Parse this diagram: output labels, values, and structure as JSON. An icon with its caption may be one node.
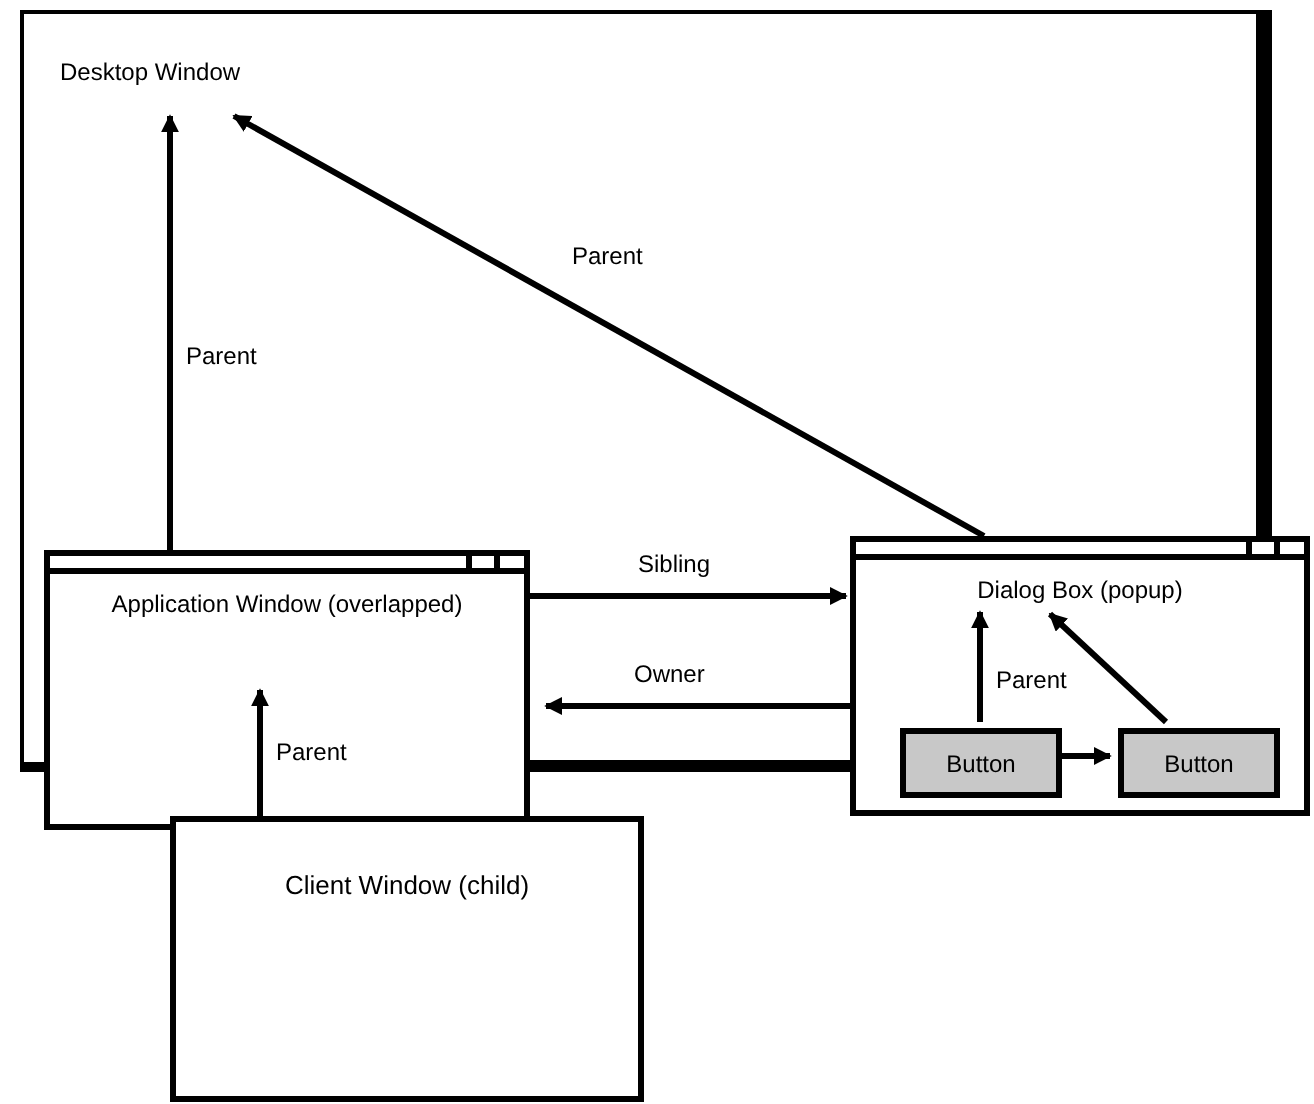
{
  "diagram": {
    "nodes": [
      {
        "text": [
          "Desktop Window"
        ]
      },
      {
        "text": [
          "Application Window (overlapped)"
        ]
      },
      {
        "text": [
          "Dialog Box (popup)"
        ]
      },
      {
        "text": [
          "Button"
        ],
        "in": 2
      },
      {
        "text": [
          "Button"
        ],
        "in": 2
      },
      {
        "text": [
          "Client Window (child)"
        ]
      }
    ],
    "edges": [
      {
        "from": 1,
        "to": 0,
        "arrow": "to",
        "label": "Parent"
      },
      {
        "from": 2,
        "to": 0,
        "arrow": "to",
        "label": "Parent"
      },
      {
        "from": 1,
        "to": 2,
        "arrow": "to",
        "label": "Sibling"
      },
      {
        "from": 2,
        "to": 1,
        "arrow": "to",
        "label": "Owner"
      },
      {
        "from": 5,
        "to": 1,
        "arrow": "to",
        "label": "Parent"
      },
      {
        "from": 3,
        "to": 2,
        "arrow": "to",
        "label": "Parent"
      },
      {
        "from": 4,
        "to": 2,
        "arrow": "to"
      },
      {
        "from": 3,
        "to": 4,
        "arrow": "to"
      }
    ]
  }
}
